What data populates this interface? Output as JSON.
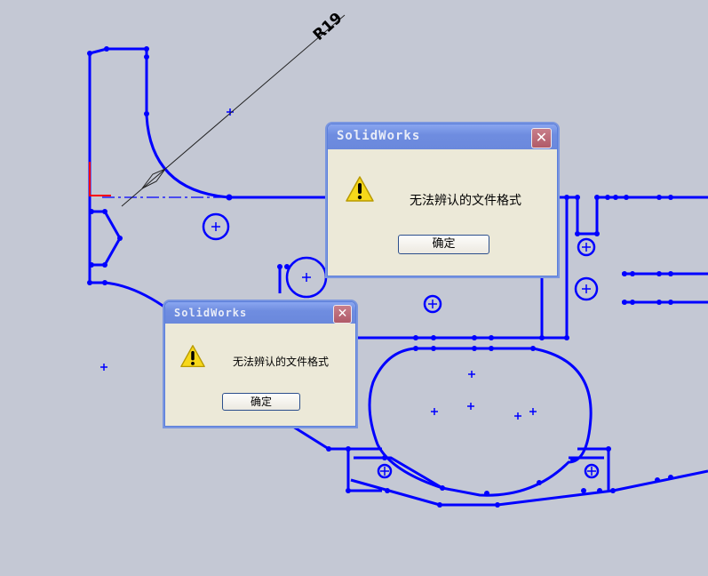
{
  "canvas": {
    "background": "#c4c8d4",
    "sketch_color": "#0000ff",
    "dimension": {
      "label": "R19"
    }
  },
  "dialogs": [
    {
      "title": "SolidWorks",
      "message": "无法辨认的文件格式",
      "icon": "warning-icon",
      "button_label": "确定",
      "close_glyph": "✕"
    },
    {
      "title": "SolidWorks",
      "message": "无法辨认的文件格式",
      "icon": "warning-icon",
      "button_label": "确定",
      "close_glyph": "✕"
    }
  ]
}
